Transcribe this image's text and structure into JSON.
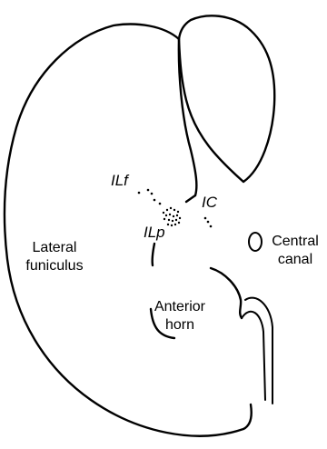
{
  "labels": {
    "ilf": "ILf",
    "ic": "IC",
    "ilp": "ILp",
    "lateral_funiculus": [
      "Lateral",
      "funiculus"
    ],
    "central_canal": [
      "Central",
      "canal"
    ],
    "anterior_horn": [
      "Anterior",
      "horn"
    ]
  },
  "colors": {
    "ink": "#000000",
    "background": "#ffffff"
  }
}
